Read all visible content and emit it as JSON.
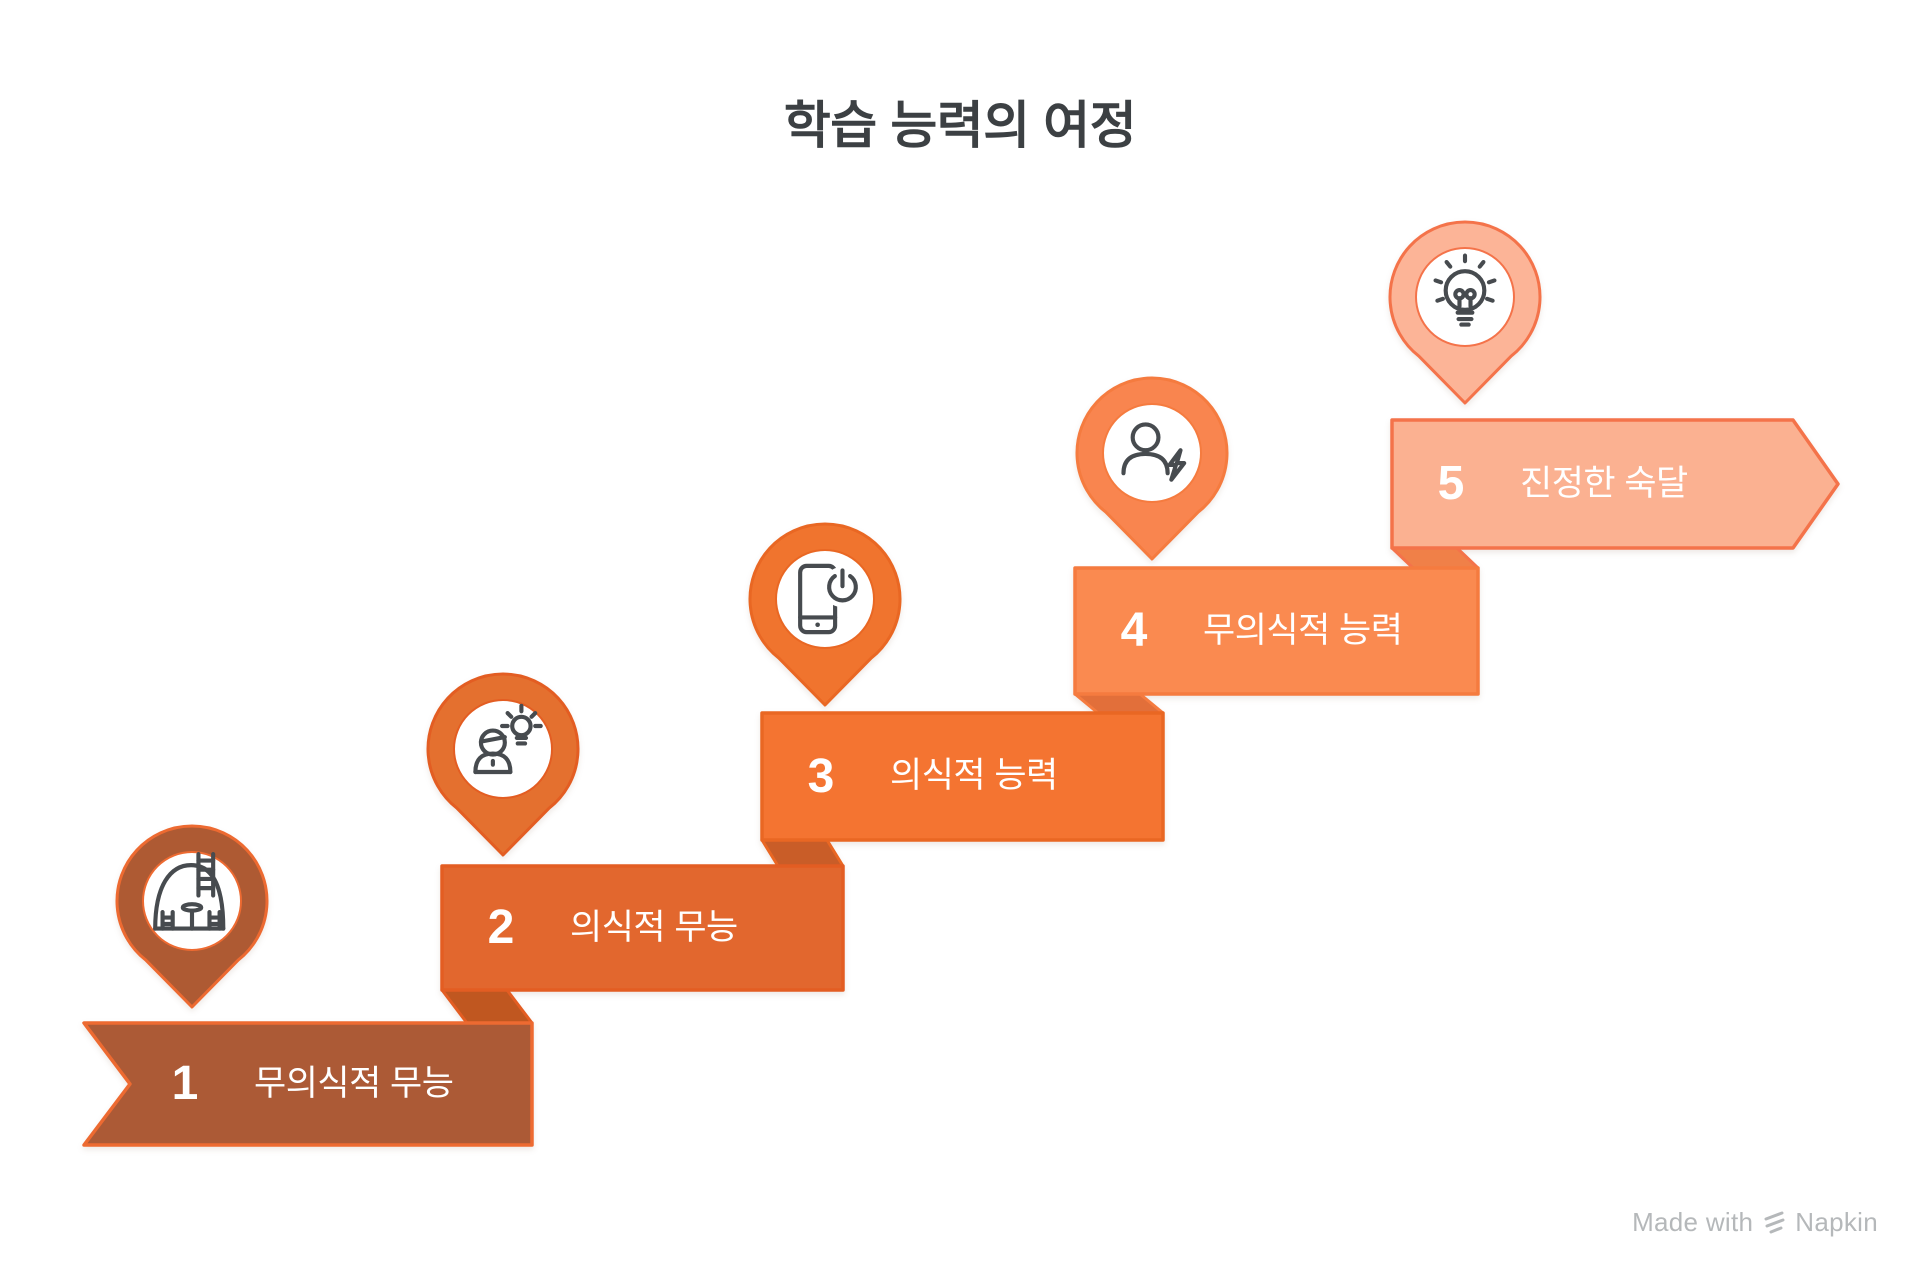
{
  "title": "학습 능력의 여정",
  "steps": [
    {
      "number": "1",
      "label": "무의식적 무능",
      "icon": "climbing-ladder-icon",
      "banner_color": "#ac5a36",
      "border_color": "#ed6a31",
      "bubble_color": "#ae5a33"
    },
    {
      "number": "2",
      "label": "의식적 무능",
      "icon": "person-idea-icon",
      "banner_color": "#e2672e",
      "border_color": "#e35d22",
      "fold_color": "#c05720",
      "bubble_color": "#e4702f"
    },
    {
      "number": "3",
      "label": "의식적 능력",
      "icon": "smartphone-power-icon",
      "banner_color": "#f47431",
      "border_color": "#e96723",
      "fold_color": "#c95d28",
      "bubble_color": "#f0742e"
    },
    {
      "number": "4",
      "label": "무의식적 능력",
      "icon": "person-energy-icon",
      "banner_color": "#fa8a50",
      "border_color": "#f57b3f",
      "fold_color": "#e26f3a",
      "bubble_color": "#f9854f"
    },
    {
      "number": "5",
      "label": "진정한 숙달",
      "icon": "lightbulb-icon",
      "banner_color": "#fbb191",
      "border_color": "#f4734a",
      "fold_color": "#f08048",
      "bubble_color": "#fcb497"
    }
  ],
  "palette": {
    "background": "#ffffff",
    "icon_stroke": "#474b4f",
    "bubble_inner": "#ffffff",
    "title_color": "#3c4043",
    "step_text_color": "#ffffff",
    "watermark_color": "#b5b8ba"
  },
  "watermark": {
    "prefix": "Made with",
    "brand": "Napkin"
  }
}
